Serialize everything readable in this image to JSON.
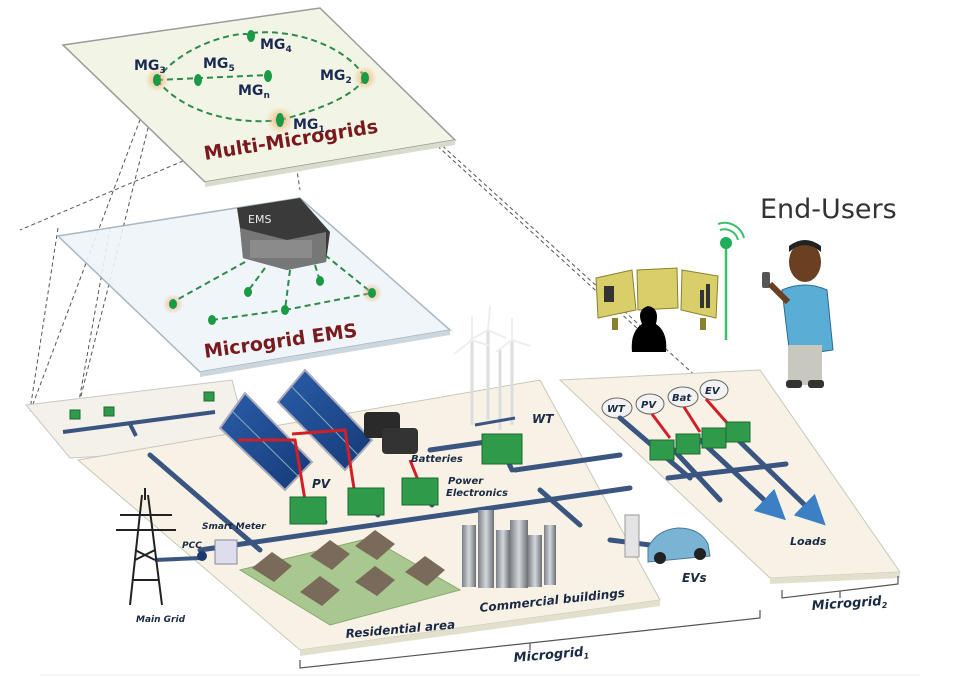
{
  "multi_microgrids": {
    "title": "Multi-Microgrids",
    "nodes": [
      {
        "id": "mg3",
        "label": "MG",
        "sub": "3"
      },
      {
        "id": "mg5",
        "label": "MG",
        "sub": "5"
      },
      {
        "id": "mg4",
        "label": "MG",
        "sub": "4"
      },
      {
        "id": "mgn",
        "label": "MG",
        "sub": "n"
      },
      {
        "id": "mg2",
        "label": "MG",
        "sub": "2"
      },
      {
        "id": "mg1",
        "label": "MG",
        "sub": "1"
      }
    ]
  },
  "microgrid_ems": {
    "title": "Microgrid EMS",
    "ems_label": "EMS"
  },
  "end_users": {
    "title": "End-Users"
  },
  "microgrid1": {
    "bracket_label": "Microgrid",
    "bracket_sub": "1",
    "labels": {
      "wt": "WT",
      "batteries": "Batteries",
      "power_electronics_1": "Power",
      "power_electronics_2": "Electronics",
      "pv": "PV",
      "smart_meter": "Smart Meter",
      "pcc": "PCC",
      "main_grid": "Main Grid",
      "residential": "Residential area",
      "commercial": "Commercial buildings",
      "evs": "EVs"
    }
  },
  "microgrid2": {
    "bracket_label": "Microgrid",
    "bracket_sub": "2",
    "sources": [
      "WT",
      "PV",
      "Bat",
      "EV"
    ],
    "loads_label": "Loads"
  },
  "colors": {
    "bus": "#3a5580",
    "dc_link": "#d21f26",
    "converter": "#2e9a4a",
    "layer_title": "#7a1a1f",
    "loads_arrow": "#3d7fc4"
  }
}
